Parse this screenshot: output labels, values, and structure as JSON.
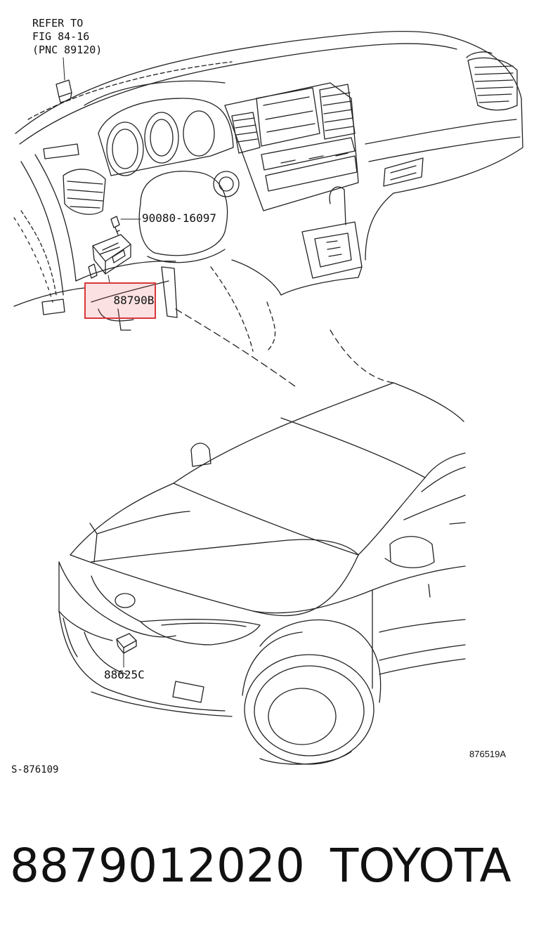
{
  "refer_note": {
    "line1": "REFER TO",
    "line2": "FIG 84-16",
    "line3": "(PNC 89120)"
  },
  "callouts": {
    "bolt": "90080-16097",
    "sensor_module": "88790B",
    "front_sensor": "88625C"
  },
  "codes": {
    "sheet": "S-876109",
    "figure": "876519A"
  },
  "caption": {
    "part_number": "8879012020",
    "brand": "TOYOTA"
  },
  "colors": {
    "highlight_border": "#d8373b",
    "line": "#222222"
  }
}
